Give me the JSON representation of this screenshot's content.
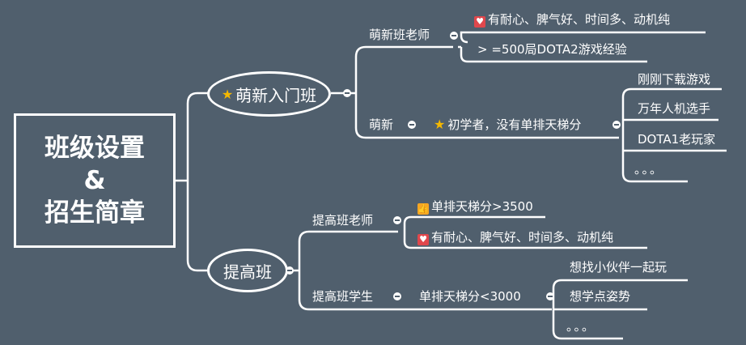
{
  "root": {
    "line1": "班级设置",
    "line2": "&",
    "line3": "招生简章"
  },
  "branches": {
    "beginner": {
      "label": "萌新入门班",
      "icon": "star-icon",
      "teacher": {
        "label": "萌新班老师",
        "items": [
          "有耐心、脾气好、时间多、动机纯",
          "> =500局DOTA2游戏经验"
        ],
        "item_icons": [
          "heart-icon",
          ""
        ]
      },
      "student": {
        "label": "萌新",
        "desc": "初学者，没有单排天梯分",
        "desc_icon": "star-icon",
        "items": [
          "刚刚下载游戏",
          "万年人机选手",
          "DOTA1老玩家",
          "。。。"
        ]
      }
    },
    "advanced": {
      "label": "提高班",
      "teacher": {
        "label": "提高班老师",
        "items": [
          "单排天梯分>3500",
          "有耐心、脾气好、时间多、动机纯"
        ],
        "item_icons": [
          "thumbs-up-icon",
          "heart-icon"
        ]
      },
      "student": {
        "label": "提高班学生",
        "desc": "单排天梯分<3000",
        "items": [
          "想找小伙伴一起玩",
          "想学点姿势",
          "。。。"
        ]
      }
    }
  },
  "colors": {
    "background": "#505f6d",
    "line": "#ffffff",
    "star": "#f5b800",
    "heart": "#e0474c",
    "thumb": "#f5a623"
  }
}
